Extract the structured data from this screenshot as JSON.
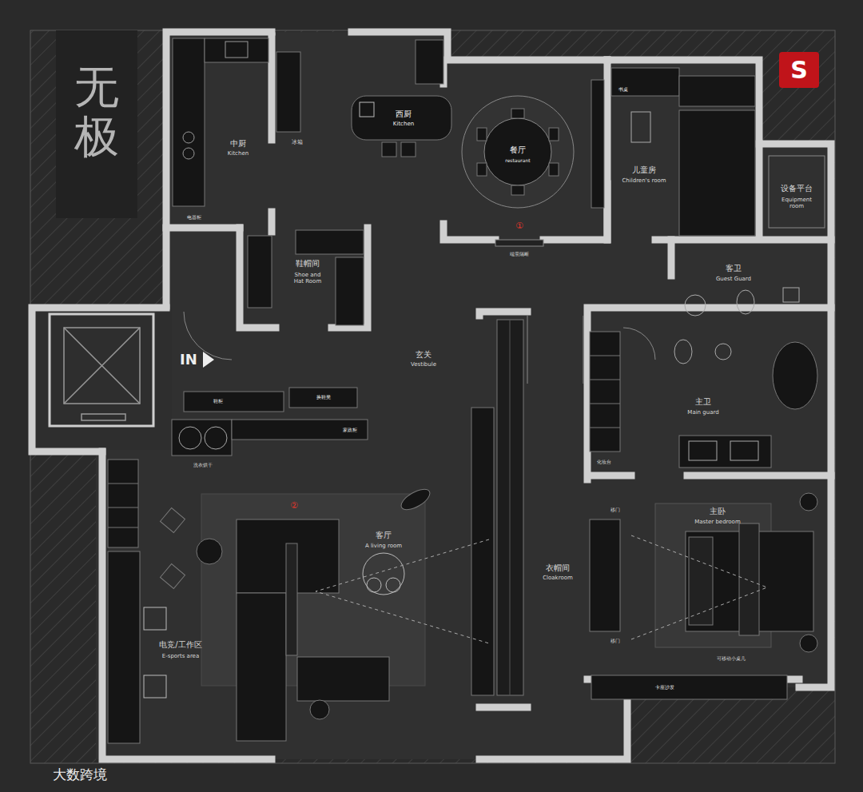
{
  "diagram": {
    "title": "无极",
    "labels": [
      "中厨",
      "Kitchen",
      "冰箱",
      "电器柜",
      "西厨",
      "Kitchen",
      "餐厅",
      "restaurant",
      "①",
      "端景隔断",
      "书桌",
      "儿童房",
      "Children's room",
      "设备平台",
      "Equipment room",
      "鞋帽间",
      "Shoe and Hat Room",
      "客卫",
      "Guest Guard",
      "IN",
      "玄关",
      "Vestibule",
      "鞋柜",
      "换鞋凳",
      "家政柜",
      "洗衣烘干",
      "主卫",
      "Main guard",
      "化妆台",
      "②",
      "客厅",
      "A living room",
      "衣帽间",
      "Cloakroom",
      "主卧",
      "Master bedroom",
      "移门",
      "移门",
      "可移动小桌几",
      "卡座沙发",
      "电竞/工作区",
      "E-sports area",
      "S",
      "大数跨境"
    ]
  }
}
